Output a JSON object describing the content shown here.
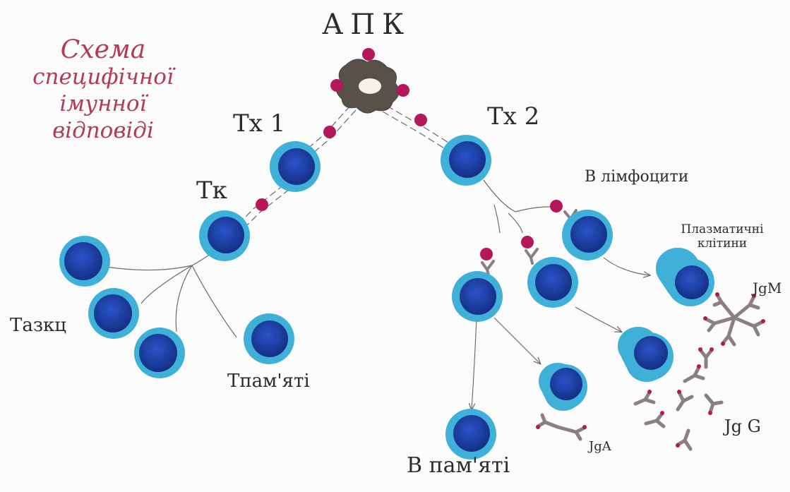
{
  "title_lines": [
    "Схема",
    "специфічної",
    "імунної",
    "відповіді"
  ],
  "labels": {
    "apc": "АПК",
    "th1": "Тх 1",
    "th2": "Тх 2",
    "tk": "Тк",
    "tadcc": "Тазкц",
    "t_memory": "Тпам'яті",
    "b_lymphocytes": "В лімфоцити",
    "plasma_cells": "Плазматичні клітини",
    "igm": "JgM",
    "igg": "Jg G",
    "iga": "JgA",
    "b_memory": "В пам'яті"
  },
  "colors": {
    "cell_core": "#1c40a8",
    "cell_ring": "#3fb0d8",
    "antigen": "#b4185a",
    "apc_body": "#575148",
    "title": "#b23a55"
  }
}
